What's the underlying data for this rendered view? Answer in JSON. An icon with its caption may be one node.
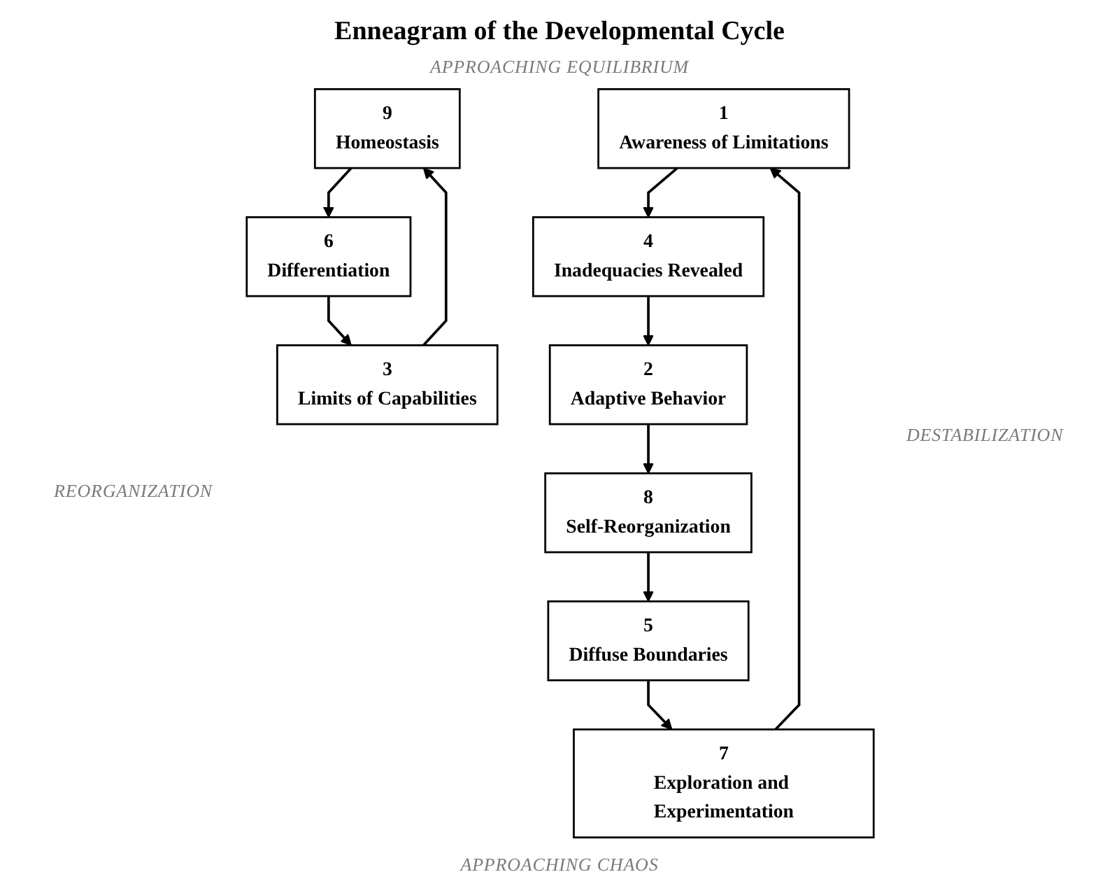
{
  "diagram": {
    "title": "Enneagram of the Developmental Cycle",
    "nodes": [
      {
        "text": [
          "9",
          "Homeostasis"
        ]
      },
      {
        "text": [
          "1",
          "Awareness of Limitations"
        ]
      },
      {
        "text": [
          "2",
          "Adaptive Behavior"
        ]
      },
      {
        "text": [
          "3",
          "Limits of Capabilities"
        ]
      },
      {
        "text": [
          "4",
          "Inadequacies Revealed"
        ]
      },
      {
        "text": [
          "5",
          "Diffuse Boundaries"
        ]
      },
      {
        "text": [
          "6",
          "Differentiation"
        ]
      },
      {
        "text": [
          "7",
          "Exploration and Experimentation"
        ]
      },
      {
        "text": [
          "8",
          "Self-Reorganization"
        ]
      }
    ],
    "edges": [
      {
        "from": 1,
        "to": 4,
        "arrow": "to"
      },
      {
        "from": 4,
        "to": 2,
        "arrow": "to"
      },
      {
        "from": 2,
        "to": 8,
        "arrow": "to"
      },
      {
        "from": 8,
        "to": 5,
        "arrow": "to"
      },
      {
        "from": 5,
        "to": 7,
        "arrow": "to"
      },
      {
        "from": 7,
        "to": 1,
        "arrow": "to"
      },
      {
        "from": 3,
        "to": 0,
        "arrow": "to"
      },
      {
        "from": 0,
        "to": 6,
        "arrow": "to"
      },
      {
        "from": 6,
        "to": 3,
        "arrow": "to"
      }
    ],
    "labels": [
      "APPROACHING EQUILIBRIUM",
      "DESTABILIZATION",
      "REORGANIZATION",
      "APPROACHING CHAOS"
    ]
  }
}
